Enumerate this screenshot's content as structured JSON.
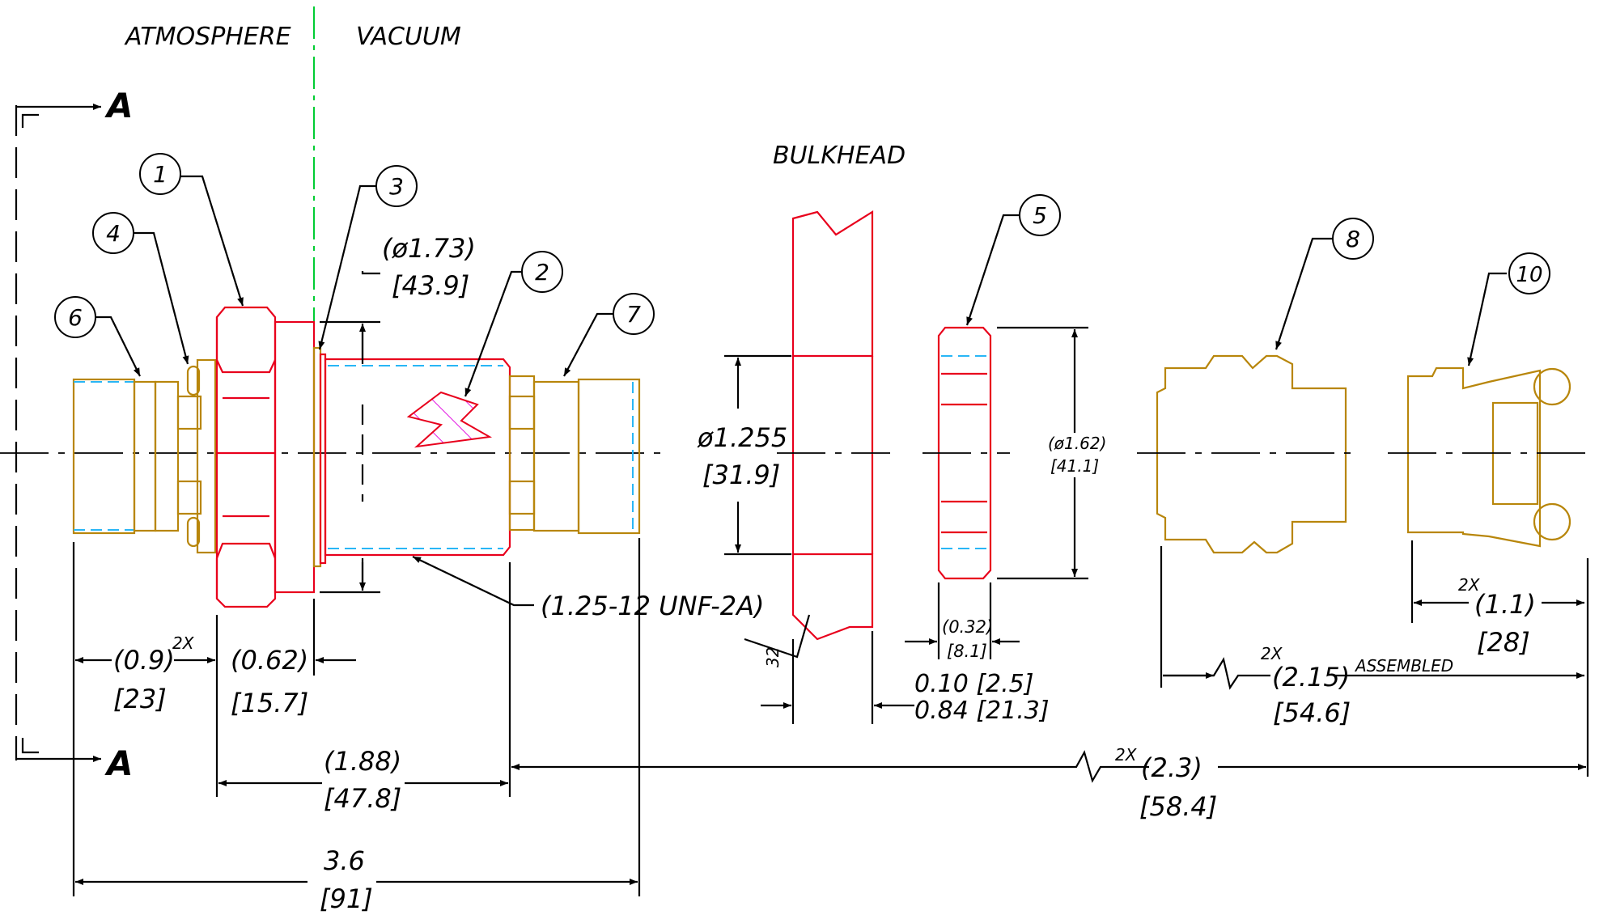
{
  "colors": {
    "section_line": "#e8001c",
    "part_outline": "#b8860b",
    "hidden_thread": "#29b6f6",
    "hatch": "#e000e0",
    "boundary": "#00cc33"
  },
  "zones": {
    "left": "ATMOSPHERE",
    "right": "VACUUM"
  },
  "section": {
    "label_top": "A",
    "label_bottom": "A"
  },
  "bulkhead": {
    "label": "BULKHEAD"
  },
  "balloons": [
    "1",
    "2",
    "3",
    "4",
    "5",
    "6",
    "7",
    "8",
    "10"
  ],
  "dimensions": {
    "dia_housing": {
      "in": "(ø1.73)",
      "mm": "[43.9]"
    },
    "thread": {
      "text": "(1.25-12  UNF-2A)"
    },
    "len_plug": {
      "qty": "2X",
      "in": "(0.9)",
      "mm": "[23]"
    },
    "len_nut": {
      "in": "(0.62)",
      "mm": "[15.7]"
    },
    "len_body": {
      "in": "(1.88)",
      "mm": "[47.8]"
    },
    "len_total": {
      "in": "3.6",
      "mm": "[91]"
    },
    "bulkhead_hole": {
      "in": "ø1.255",
      "mm": "[31.9]"
    },
    "surface_finish": "32",
    "bulkhead_thickness": {
      "min": "0.10  [2.5]",
      "max": "0.84  [21.3]"
    },
    "nut_dia": {
      "in": "(ø1.62)",
      "mm": "[41.1]"
    },
    "nut_width": {
      "in": "(0.32)",
      "mm": "[8.1]"
    },
    "len_cap8": {
      "qty": "2X",
      "in": "(2.15)",
      "mm": "[54.6]",
      "note": "ASSEMBLED"
    },
    "len_cap10": {
      "qty": "2X",
      "in": "(1.1)",
      "mm": "[28]"
    },
    "len_extended": {
      "qty": "2X",
      "in": "(2.3)",
      "mm": "[58.4]"
    }
  }
}
